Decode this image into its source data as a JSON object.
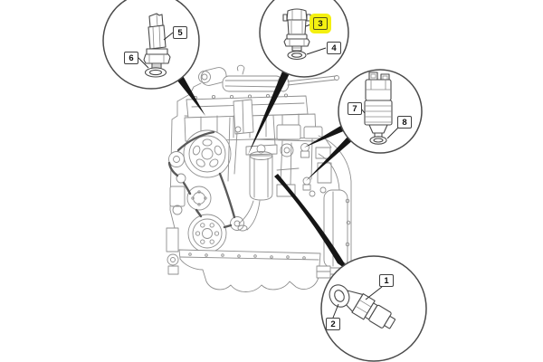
{
  "diagram": {
    "background_color": "#ffffff",
    "callout_outline_color": "#4a4a4a",
    "engine_line_color": "#8f8f8f",
    "leader_color": "#161616",
    "highlight": {
      "label": "3",
      "color": "#f4f011"
    },
    "labels": {
      "b1": "1",
      "b2": "2",
      "b3": "3",
      "b4": "4",
      "b5": "5",
      "b6": "6",
      "b7": "7",
      "b8": "8"
    },
    "callouts": [
      {
        "name": "top-left",
        "parts": [
          "5",
          "6"
        ]
      },
      {
        "name": "top-middle",
        "parts": [
          "3",
          "4"
        ],
        "highlighted_part": "3"
      },
      {
        "name": "middle-right",
        "parts": [
          "7",
          "8"
        ]
      },
      {
        "name": "bottom-right",
        "parts": [
          "1",
          "2"
        ]
      }
    ]
  }
}
